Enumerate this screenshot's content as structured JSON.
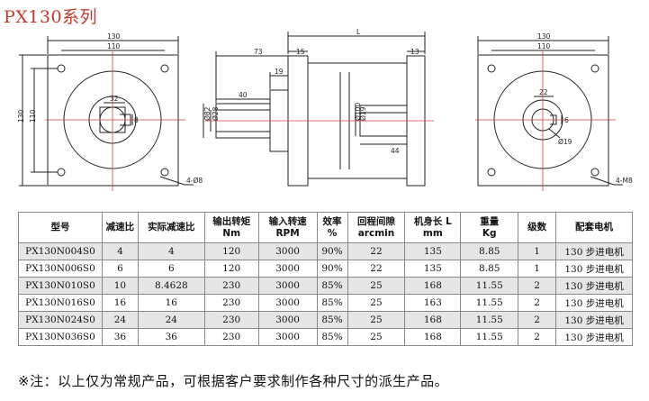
{
  "title": "PX130系列",
  "drawing": {
    "front": {
      "width_outer": "130",
      "width_inner": "110",
      "height_outer": "130",
      "height_inner": "110",
      "shaft_dia": "32",
      "key_width": "8",
      "holes": "4-Ø8"
    },
    "side": {
      "length_L": "L",
      "len_73": "73",
      "len_15": "15",
      "len_13": "13",
      "len_19": "19",
      "len_40": "40",
      "dia_82": "Ø82",
      "dia_28": "Ø28",
      "dia_100": "Ø100",
      "dia_19": "Ø19",
      "len_44": "44"
    },
    "rear": {
      "width_outer": "130",
      "width_inner": "110",
      "bore_dia": "Ø19",
      "key_22": "22",
      "key_6": "6",
      "holes": "4-M8"
    }
  },
  "table": {
    "headers": [
      {
        "l1": "型号",
        "l2": ""
      },
      {
        "l1": "减速比",
        "l2": ""
      },
      {
        "l1": "实际减速比",
        "l2": ""
      },
      {
        "l1": "输出转矩",
        "l2": "Nm"
      },
      {
        "l1": "输入转速",
        "l2": "RPM"
      },
      {
        "l1": "效率",
        "l2": "%"
      },
      {
        "l1": "回程间隙",
        "l2": "arcmin"
      },
      {
        "l1": "机身长 L",
        "l2": "mm"
      },
      {
        "l1": "重量",
        "l2": "Kg"
      },
      {
        "l1": "级数",
        "l2": ""
      },
      {
        "l1": "配套电机",
        "l2": ""
      }
    ],
    "rows": [
      [
        "PX130N004S0",
        "4",
        "4",
        "120",
        "3000",
        "90%",
        "22",
        "135",
        "8.85",
        "1",
        "130 步进电机"
      ],
      [
        "PX130N006S0",
        "6",
        "6",
        "120",
        "3000",
        "90%",
        "22",
        "135",
        "8.85",
        "1",
        "130 步进电机"
      ],
      [
        "PX130N010S0",
        "10",
        "8.4628",
        "230",
        "3000",
        "85%",
        "25",
        "168",
        "11.55",
        "2",
        "130 步进电机"
      ],
      [
        "PX130N016S0",
        "16",
        "16",
        "230",
        "3000",
        "85%",
        "25",
        "163",
        "11.55",
        "2",
        "130 步进电机"
      ],
      [
        "PX130N024S0",
        "24",
        "24",
        "230",
        "3000",
        "85%",
        "25",
        "168",
        "11.55",
        "2",
        "130 步进电机"
      ],
      [
        "PX130N036S0",
        "36",
        "36",
        "230",
        "3000",
        "85%",
        "25",
        "168",
        "11.55",
        "2",
        "130 步进电机"
      ]
    ]
  },
  "note": "※注：以上仅为常规产品，可根据客户要求制作各种尺寸的派生产品。"
}
